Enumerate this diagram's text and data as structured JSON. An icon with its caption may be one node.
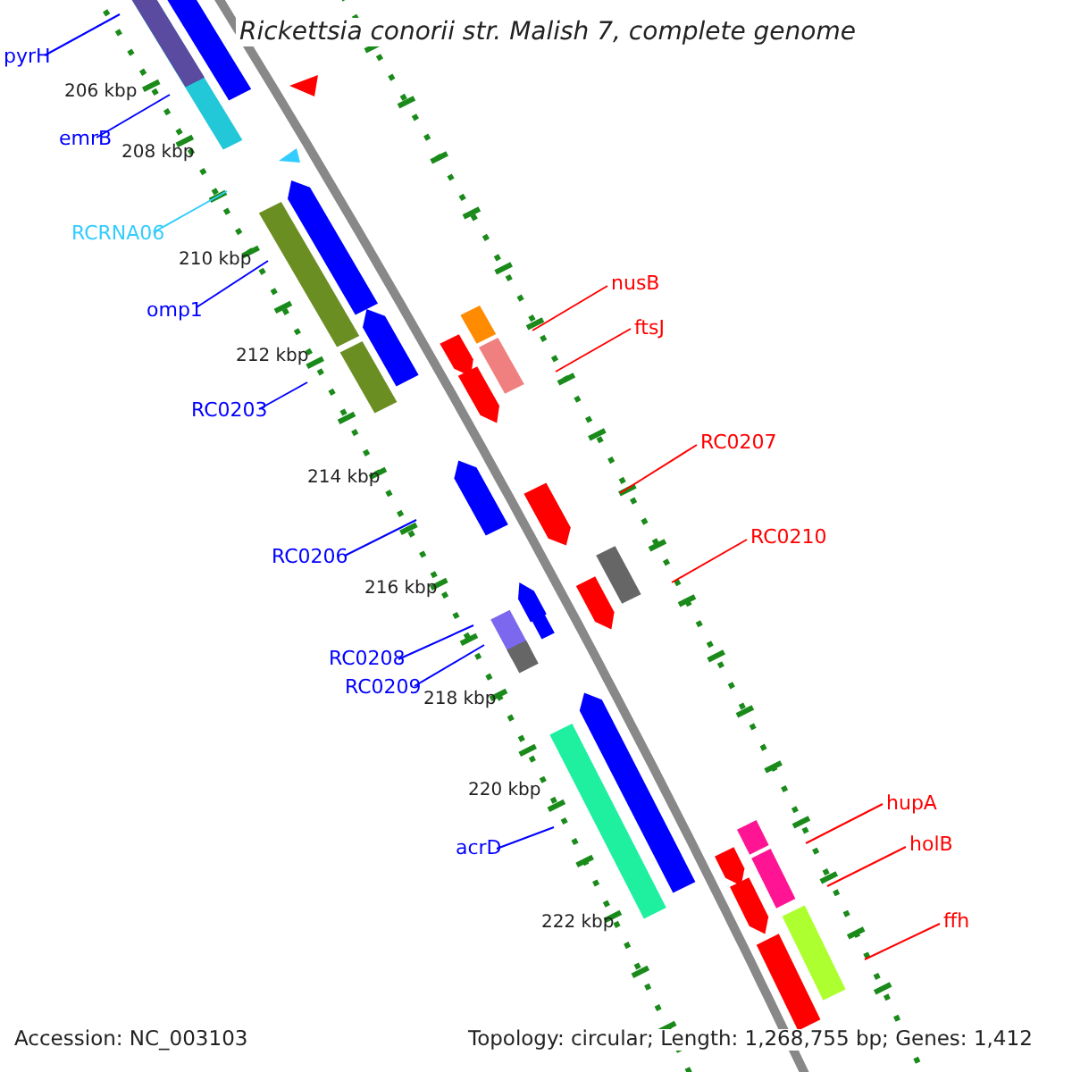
{
  "diagram": {
    "title": "Rickettsia conorii str. Malish 7, complete genome",
    "nodes": [
      {
        "text": [
          "pyrH"
        ]
      },
      {
        "text": [
          "emrB"
        ]
      },
      {
        "text": [
          "RCRNA06"
        ]
      },
      {
        "text": [
          "omp1"
        ]
      },
      {
        "text": [
          "RC0203"
        ]
      },
      {
        "text": [
          "RC0206"
        ]
      },
      {
        "text": [
          "RC0208"
        ]
      },
      {
        "text": [
          "RC0209"
        ]
      },
      {
        "text": [
          "acrD"
        ]
      },
      {
        "text": [
          "nusB"
        ]
      },
      {
        "text": [
          "ftsJ"
        ]
      },
      {
        "text": [
          "RC0207"
        ]
      },
      {
        "text": [
          "RC0210"
        ]
      },
      {
        "text": [
          "hupA"
        ]
      },
      {
        "text": [
          "holB"
        ]
      },
      {
        "text": [
          "ffh"
        ]
      }
    ],
    "edges": [
      {
        "from": 0,
        "to": null,
        "arrow": "none"
      },
      {
        "from": 1,
        "to": null,
        "arrow": "none"
      },
      {
        "from": 2,
        "to": null,
        "arrow": "none",
        "color": "#33ccff"
      },
      {
        "from": 3,
        "to": null,
        "arrow": "none"
      },
      {
        "from": 4,
        "to": null,
        "arrow": "none"
      },
      {
        "from": 5,
        "to": null,
        "arrow": "none"
      },
      {
        "from": 6,
        "to": null,
        "arrow": "none"
      },
      {
        "from": 7,
        "to": null,
        "arrow": "none"
      },
      {
        "from": 8,
        "to": null,
        "arrow": "none"
      },
      {
        "from": 9,
        "to": null,
        "arrow": "none",
        "color": "#ff0000"
      },
      {
        "from": 10,
        "to": null,
        "arrow": "none",
        "color": "#ff0000"
      },
      {
        "from": 11,
        "to": null,
        "arrow": "none",
        "color": "#ff0000"
      },
      {
        "from": 12,
        "to": null,
        "arrow": "none",
        "color": "#ff0000"
      },
      {
        "from": 13,
        "to": null,
        "arrow": "none",
        "color": "#ff0000"
      },
      {
        "from": 14,
        "to": null,
        "arrow": "none",
        "color": "#ff0000"
      },
      {
        "from": 15,
        "to": null,
        "arrow": "none",
        "color": "#ff0000"
      }
    ],
    "labels": [
      "206 kbp",
      "208 kbp",
      "210 kbp",
      "212 kbp",
      "214 kbp",
      "216 kbp",
      "218 kbp",
      "220 kbp",
      "222 kbp",
      "Accession: NC_003103",
      "Topology: circular; Length: 1,268,755 bp; Genes: 1,412"
    ]
  }
}
